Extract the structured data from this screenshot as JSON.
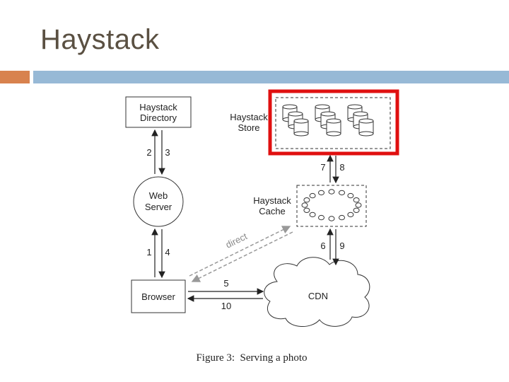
{
  "slide": {
    "title": "Haystack"
  },
  "diagram": {
    "directory": {
      "line1": "Haystack",
      "line2": "Directory"
    },
    "store": {
      "line1": "Haystack",
      "line2": "Store"
    },
    "web_server": {
      "line1": "Web",
      "line2": "Server"
    },
    "cache": {
      "line1": "Haystack",
      "line2": "Cache"
    },
    "browser": {
      "label": "Browser"
    },
    "cdn": {
      "label": "CDN"
    },
    "direct_label": "direct",
    "step_labels": {
      "s1": "1",
      "s2": "2",
      "s3": "3",
      "s4": "4",
      "s5": "5",
      "s6": "6",
      "s7": "7",
      "s8": "8",
      "s9": "9",
      "s10": "10"
    },
    "caption": "Figure 3:  Serving a photo",
    "highlight_color": "#e01010"
  }
}
